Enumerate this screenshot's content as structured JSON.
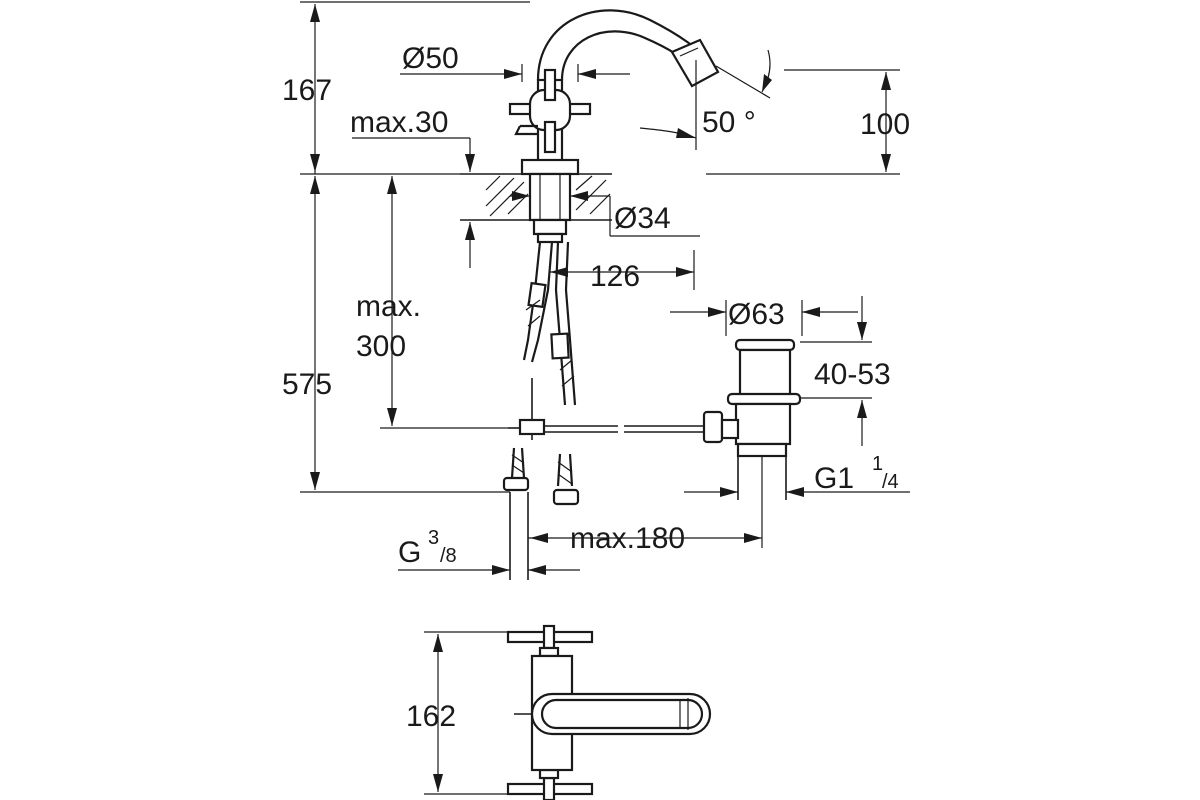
{
  "dimensions": {
    "d50": "Ø50",
    "h167": "167",
    "max30": "max.30",
    "angle50": "50 °",
    "h100": "100",
    "d34": "Ø34",
    "w126": "126",
    "max300_line1": "max.",
    "max300_line2": "300",
    "h575": "575",
    "d63": "Ø63",
    "r40_53": "40-53",
    "g1_main": "G1",
    "g1_num": "1",
    "g1_den": "/4",
    "max180": "max.180",
    "g38_main": "G",
    "g38_num": "3",
    "g38_den": "/8",
    "h162": "162"
  }
}
